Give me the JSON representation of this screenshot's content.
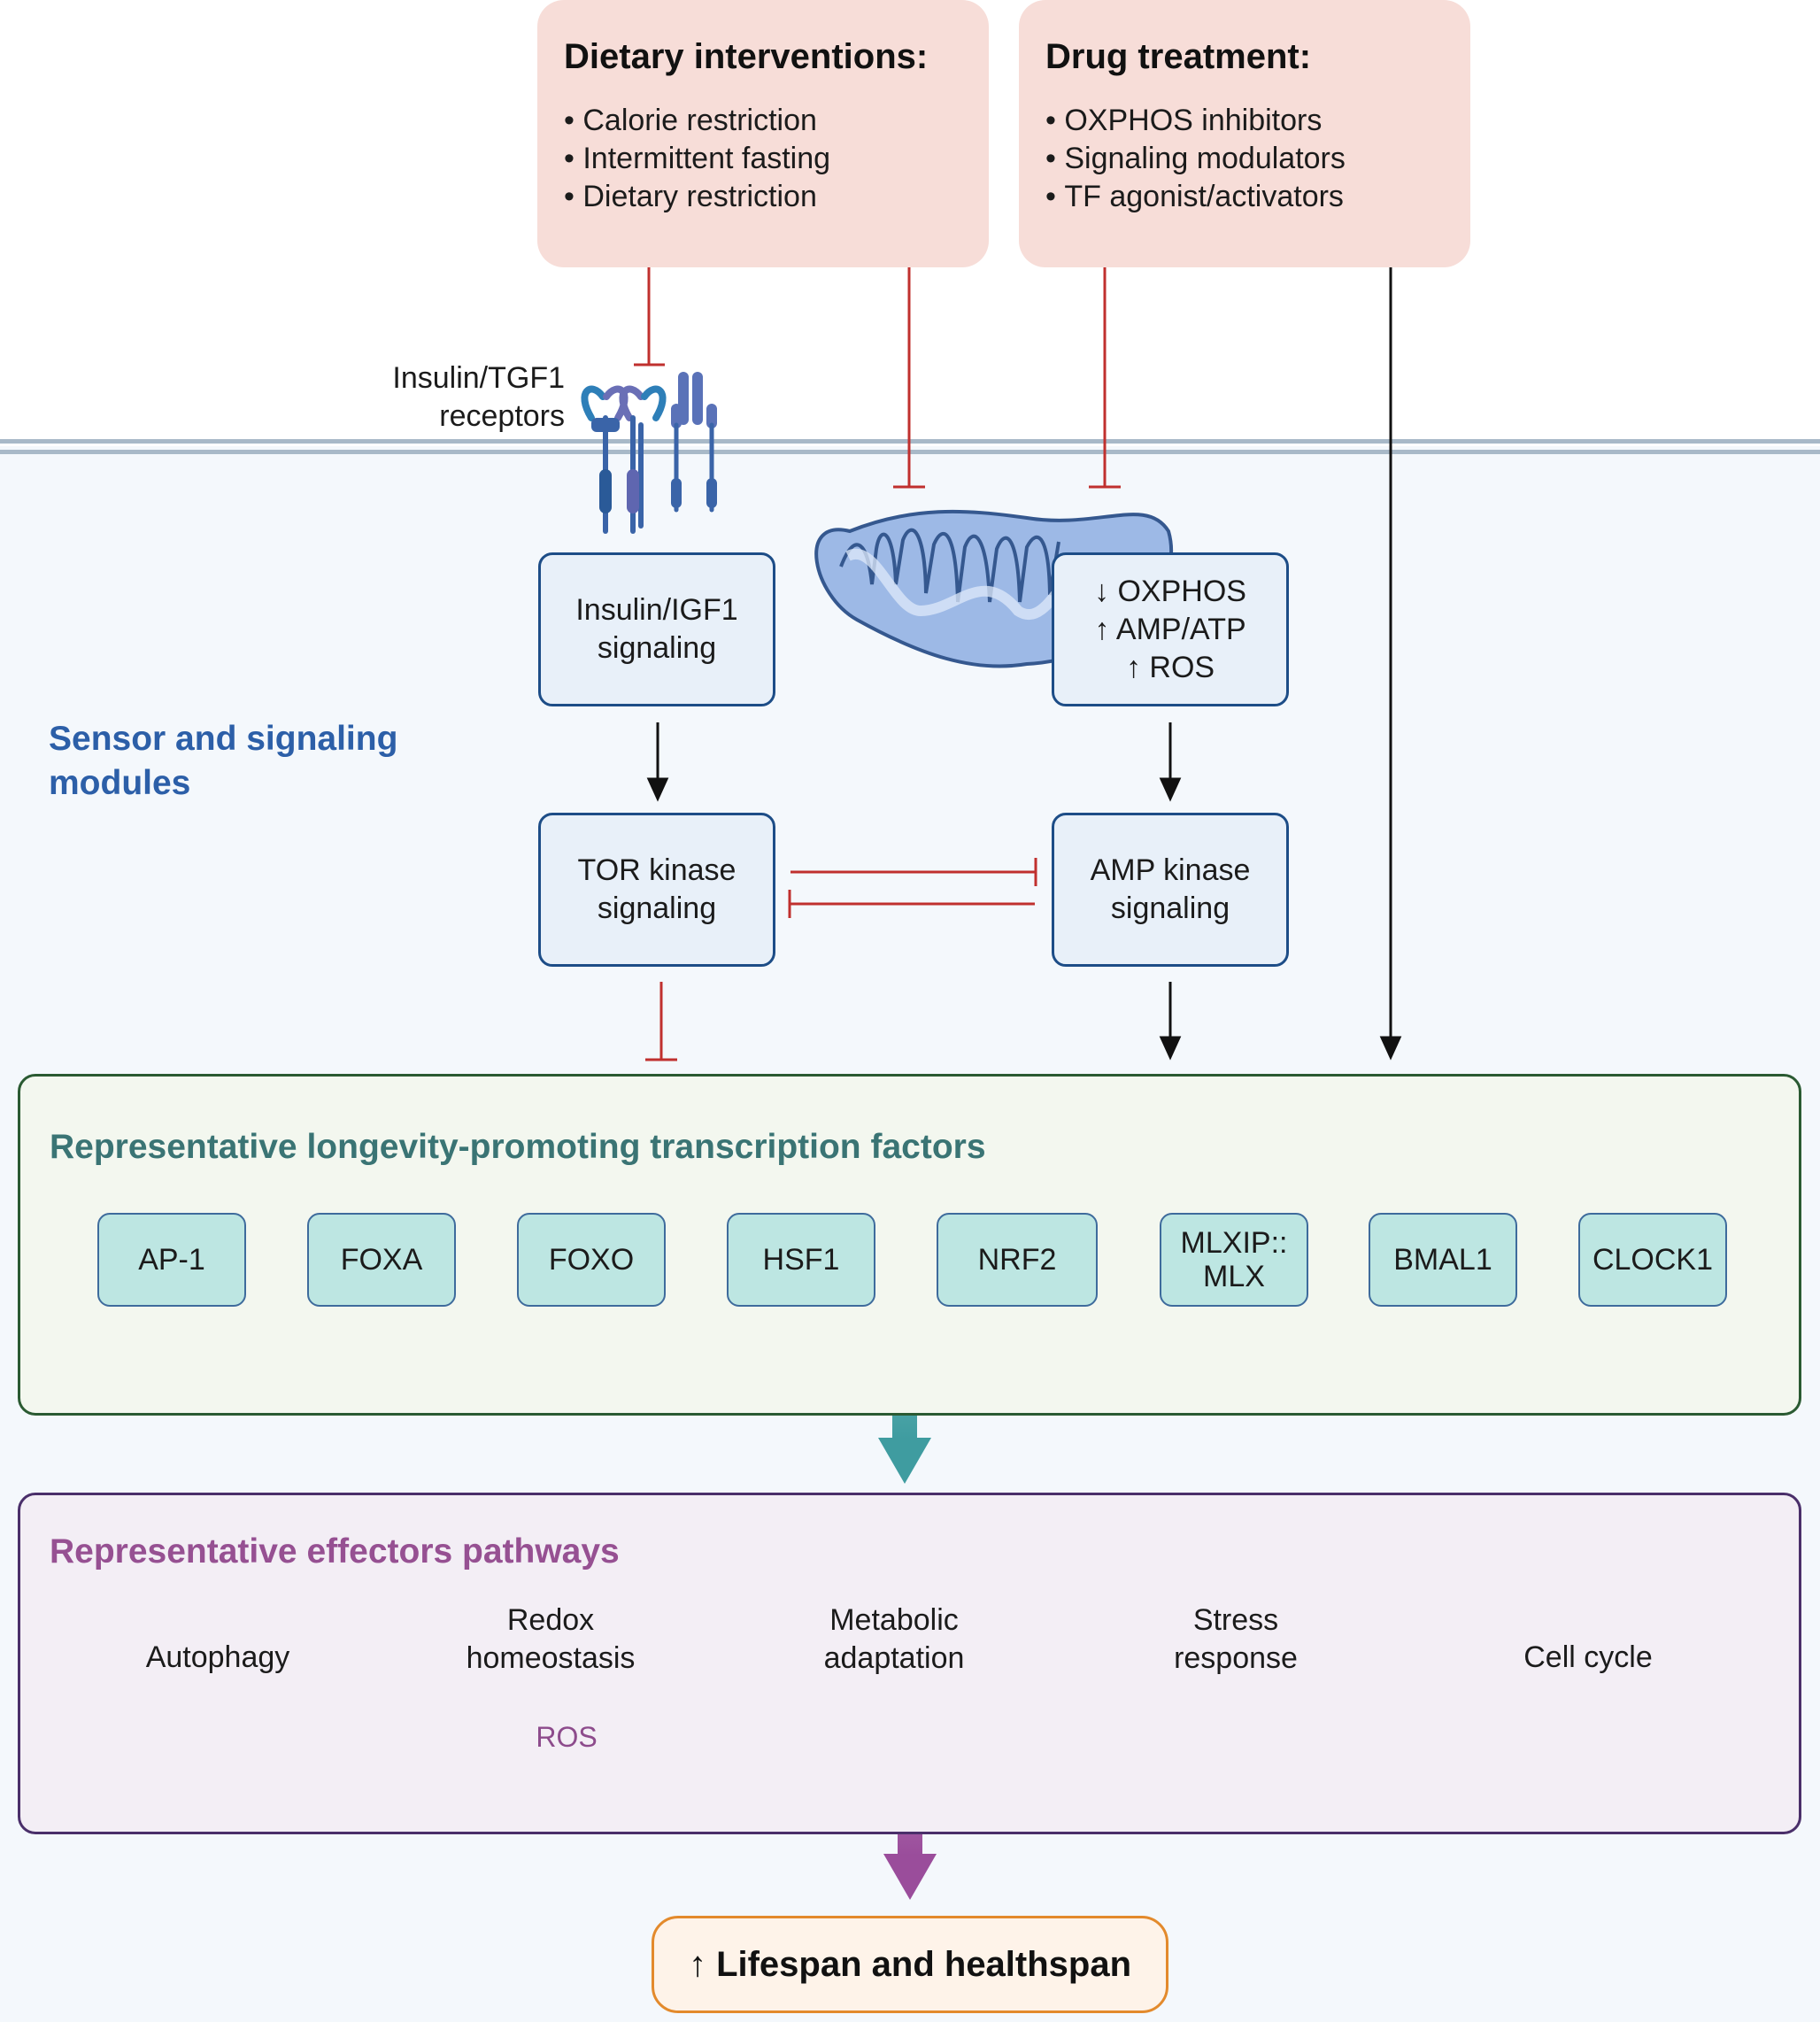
{
  "interventions": {
    "dietary": {
      "title": "Dietary interventions:",
      "items": [
        "Calorie restriction",
        "Intermittent fasting",
        "Dietary restriction"
      ]
    },
    "drug": {
      "title": "Drug treatment:",
      "items": [
        "OXPHOS inhibitors",
        "Signaling modulators",
        "TF agonist/activators"
      ]
    }
  },
  "receptors": {
    "line1": "Insulin/TGF1",
    "line2": "receptors"
  },
  "signaling": {
    "module_title_line1": "Sensor and signaling",
    "module_title_line2": "modules",
    "insulin": {
      "line1": "Insulin/IGF1",
      "line2": "signaling"
    },
    "mito": {
      "line1": "↓ OXPHOS",
      "line2": "↑ AMP/ATP",
      "line3": "↑ ROS"
    },
    "tor": {
      "line1": "TOR kinase",
      "line2": "signaling"
    },
    "ampk": {
      "line1": "AMP kinase",
      "line2": "signaling"
    }
  },
  "transcription_factors": {
    "title": "Representative longevity-promoting transcription factors",
    "items": [
      {
        "line1": "AP-1"
      },
      {
        "line1": "FOXA"
      },
      {
        "line1": "FOXO"
      },
      {
        "line1": "HSF1"
      },
      {
        "line1": "NRF2"
      },
      {
        "line1": "MLXIP::",
        "line2": "MLX"
      },
      {
        "line1": "BMAL1"
      },
      {
        "line1": "CLOCK1"
      }
    ]
  },
  "effectors": {
    "title": "Representative effectors pathways",
    "items": [
      {
        "line1": "Autophagy",
        "icon": "autophagy-icon"
      },
      {
        "line1": "Redox",
        "line2": "homeostasis",
        "icon": "ros-icon",
        "icon_text": "ROS"
      },
      {
        "line1": "Metabolic",
        "line2": "adaptation",
        "icon": "mitochondrion-icon"
      },
      {
        "line1": "Stress",
        "line2": "response",
        "icon": "damaged-dna-icon"
      },
      {
        "line1": "Cell cycle",
        "icon": "dividing-cell-icon"
      }
    ]
  },
  "outcome": {
    "label": "↑ Lifespan and healthspan"
  },
  "colors": {
    "inhibit": "#c0302e",
    "activate": "#111111",
    "intervention_bg": "#f7ddd8",
    "node_border": "#1d4d87",
    "tf_title": "#3a7474",
    "effector_title": "#965092",
    "outcome_border": "#e38a2c",
    "dna": "#2f7d2d"
  }
}
